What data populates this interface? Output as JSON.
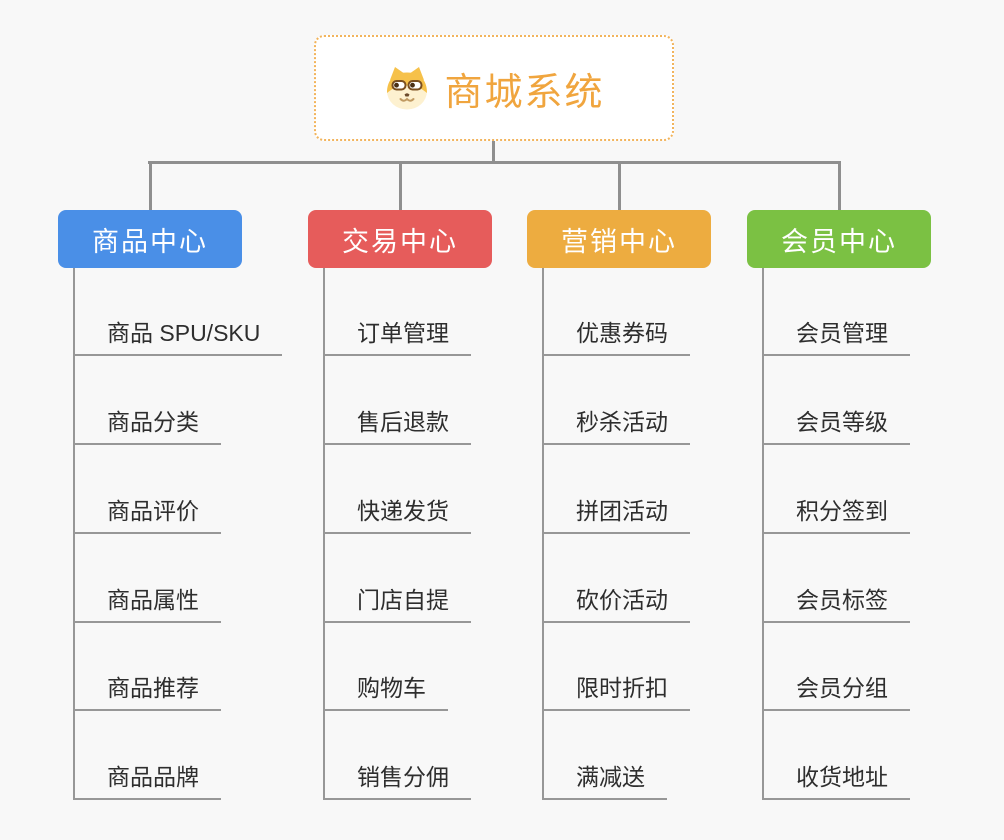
{
  "root": {
    "title": "商城系统",
    "icon": "dog-face-icon"
  },
  "branches": [
    {
      "label": "商品中心",
      "color": "#4a8fe7",
      "children": [
        "商品 SPU/SKU",
        "商品分类",
        "商品评价",
        "商品属性",
        "商品推荐",
        "商品品牌"
      ]
    },
    {
      "label": "交易中心",
      "color": "#e65c5b",
      "children": [
        "订单管理",
        "售后退款",
        "快递发货",
        "门店自提",
        "购物车",
        "销售分佣"
      ]
    },
    {
      "label": "营销中心",
      "color": "#edac40",
      "children": [
        "优惠券码",
        "秒杀活动",
        "拼团活动",
        "砍价活动",
        "限时折扣",
        "满减送"
      ]
    },
    {
      "label": "会员中心",
      "color": "#7bc143",
      "children": [
        "会员管理",
        "会员等级",
        "积分签到",
        "会员标签",
        "会员分组",
        "收货地址"
      ]
    }
  ],
  "colors": {
    "background": "#f8f8f8",
    "connector": "#8f8f8f",
    "child_line": "#979797",
    "root_border": "#f2b45c",
    "root_text": "#f0a53e",
    "child_text": "#2e2e2e"
  }
}
